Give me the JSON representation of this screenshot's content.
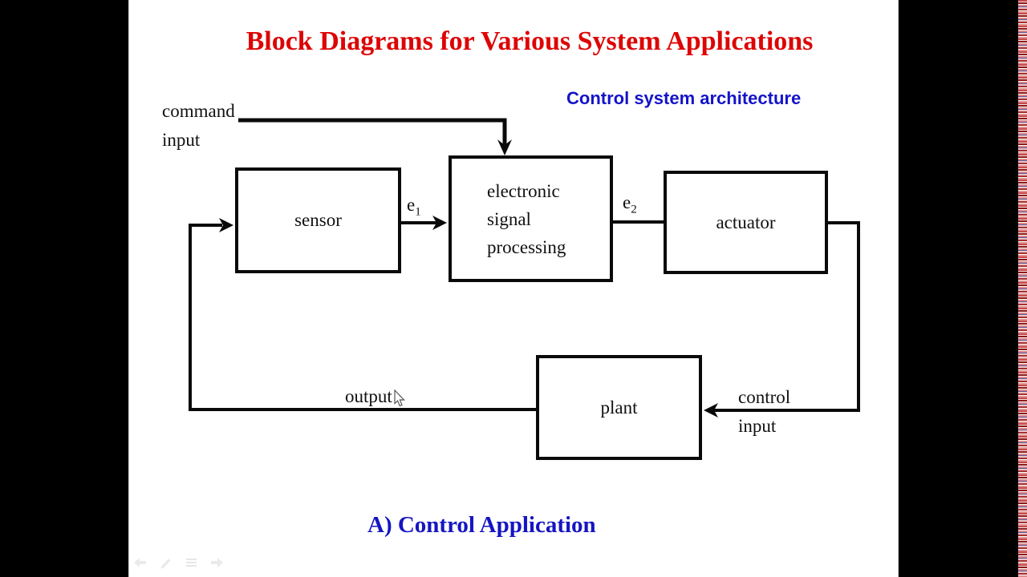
{
  "slide": {
    "title": "Block Diagrams for Various System Applications",
    "subtitle": "Control system architecture",
    "caption": "A) Control Application"
  },
  "diagram": {
    "blocks": [
      {
        "id": "sensor",
        "label": "sensor"
      },
      {
        "id": "electronic-signal-processing",
        "label": "electronic signal processing",
        "lines": [
          "electronic",
          "signal",
          "processing"
        ]
      },
      {
        "id": "actuator",
        "label": "actuator"
      },
      {
        "id": "plant",
        "label": "plant"
      }
    ],
    "labels": {
      "command_line1": "command",
      "command_line2": "input",
      "e1_base": "e",
      "e1_sub": "1",
      "e2_base": "e",
      "e2_sub": "2",
      "output": "output",
      "control_line1": "control",
      "control_line2": "input"
    }
  },
  "colors": {
    "title_red": "#dd0505",
    "heading_blue": "#1414c8",
    "caption_blue": "#1515c2",
    "diagram_black": "#0a0a0a",
    "slide_background": "#ffffff",
    "letterbox_black": "#000000"
  },
  "toolbar": {
    "icons": [
      "previous-slide",
      "pen",
      "menu",
      "next-slide"
    ]
  }
}
